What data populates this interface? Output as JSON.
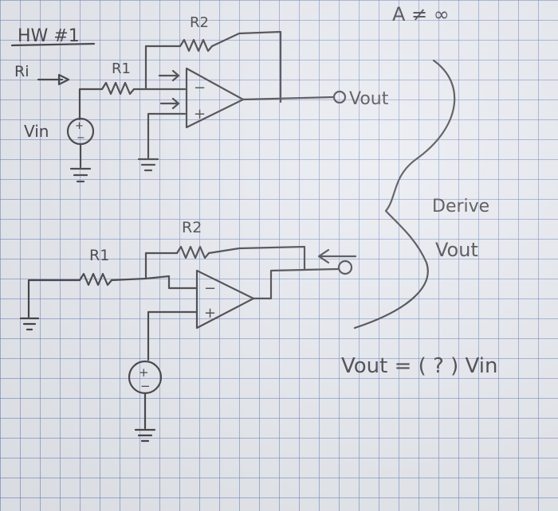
{
  "labels": {
    "title": "HW #1",
    "gain_note": "A ≠ ∞",
    "ri_label": "Ri",
    "r1_top": "R1",
    "r2_top": "R2",
    "vin": "Vin",
    "vout_top": "Vout",
    "r1_bottom": "R1",
    "r2_bottom": "R2",
    "derive": "Derive",
    "vout_side": "Vout",
    "equation": "Vout = ( ? ) Vin",
    "minus": "−",
    "plus": "+"
  },
  "colors": {
    "ink": "#3a3a3e",
    "grid": "#5f78b9",
    "paper": "#e6e9ef"
  }
}
